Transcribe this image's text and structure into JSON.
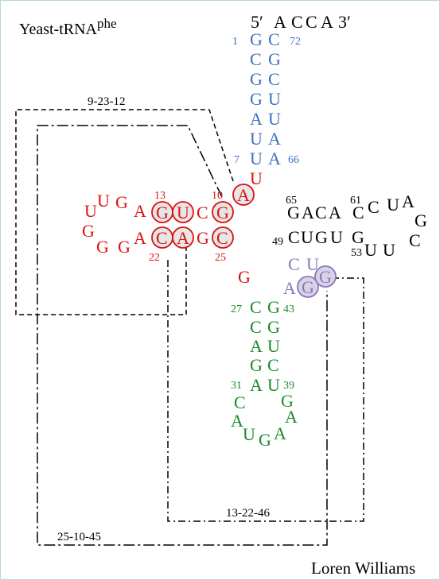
{
  "title": {
    "main": "Yeast-tRNA",
    "superscript": "phe"
  },
  "author": "Loren Williams",
  "colors": {
    "acceptor": "#3f6fbf",
    "d_arm": "#dd1111",
    "t_arm": "#000000",
    "variable": "#8a78b8",
    "anticodon": "#1a8a2a",
    "circle_fill": "#e6e6e6",
    "line": "#000000"
  },
  "terminal": {
    "five_prime": "5′",
    "bases": [
      "A",
      "C",
      "C",
      "A"
    ],
    "three_prime": "3′"
  },
  "acceptor_stem": {
    "pairs": [
      [
        "G",
        "C"
      ],
      [
        "C",
        "G"
      ],
      [
        "G",
        "C"
      ],
      [
        "G",
        "U"
      ],
      [
        "A",
        "U"
      ],
      [
        "U",
        "A"
      ],
      [
        "U",
        "A"
      ]
    ],
    "numbers": {
      "top_left": "1",
      "top_right": "72",
      "bottom_left": "7",
      "bottom_right": "66"
    },
    "link_base": "U"
  },
  "d_arm": {
    "top_row": [
      "G",
      "U",
      "C",
      "G"
    ],
    "bottom_row": [
      "C",
      "A",
      "G",
      "C"
    ],
    "pivot": "A",
    "loop": [
      "U",
      "U",
      "G",
      "A",
      "G",
      "G",
      "G",
      "A"
    ],
    "numbers": {
      "n13": "13",
      "n10": "10",
      "n22": "22",
      "n25": "25"
    },
    "link_base": "G"
  },
  "t_arm": {
    "top_row": [
      "G",
      "A",
      "C",
      "A",
      "C"
    ],
    "bottom_row": [
      "C",
      "U",
      "G",
      "U",
      "G"
    ],
    "loop": [
      "C",
      "U",
      "A",
      "G",
      "C",
      "U",
      "U"
    ],
    "numbers": {
      "n65": "65",
      "n61": "61",
      "n49": "49",
      "n53": "53"
    }
  },
  "variable_loop": {
    "bases": [
      "C",
      "U",
      "A"
    ],
    "circled": [
      "G",
      "G"
    ]
  },
  "anticodon_arm": {
    "pairs": [
      [
        "C",
        "G"
      ],
      [
        "C",
        "G"
      ],
      [
        "A",
        "U"
      ],
      [
        "G",
        "C"
      ],
      [
        "A",
        "U"
      ]
    ],
    "loop": [
      "C",
      "A",
      "U",
      "G",
      "A",
      "A",
      "G"
    ],
    "numbers": {
      "n27": "27",
      "n43": "43",
      "n31": "31",
      "n39": "39"
    }
  },
  "interactions": [
    "9-23-12",
    "13-22-46",
    "25-10-45"
  ]
}
